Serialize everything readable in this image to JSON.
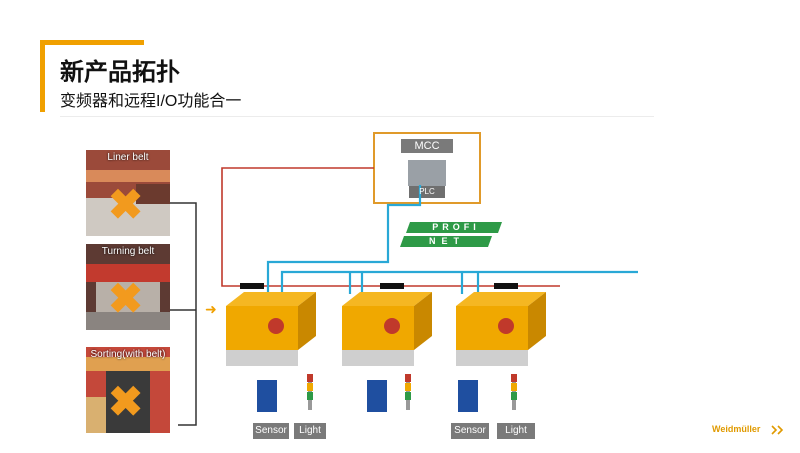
{
  "title": "新产品拓扑",
  "subtitle": "变频器和远程I/O功能合一",
  "photos": [
    {
      "caption": "Liner belt"
    },
    {
      "caption": "Turning belt"
    },
    {
      "caption": "Sorting(with belt)"
    }
  ],
  "mcc": {
    "title": "MCC",
    "plc": "PLC"
  },
  "profinet": {
    "line1": "PROFI",
    "line2": "NET"
  },
  "devices": [
    {
      "sensor": "Sensor",
      "light": "Light"
    },
    {
      "sensor": "",
      "light": ""
    },
    {
      "sensor": "Sensor",
      "light": "Light"
    }
  ],
  "brand": "Weidmüller",
  "colors": {
    "accent": "#f0a000",
    "cable_red": "#c0392b",
    "cable_blue": "#29a8d6",
    "x_mark": "#f29a1e"
  }
}
